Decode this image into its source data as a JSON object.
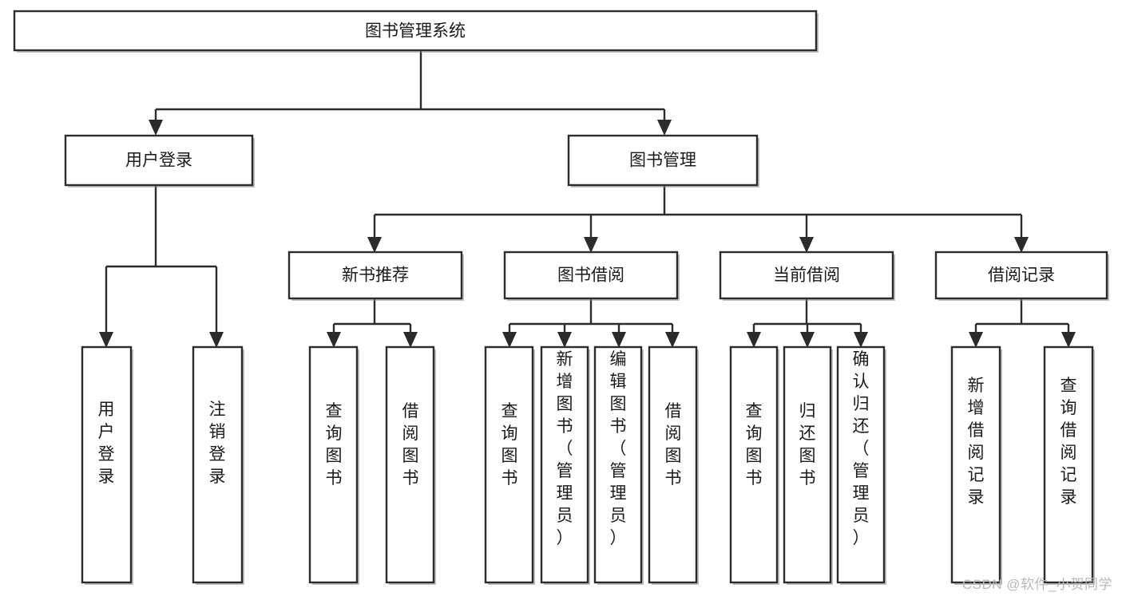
{
  "diagram": {
    "type": "hierarchy-tree",
    "title": "图书管理系统",
    "watermark": "CSDN @软件_小贺同学",
    "colors": {
      "box_stroke": "#2b2b2b",
      "box_fill": "#ffffff",
      "edge": "#2b2b2b",
      "text": "#1a1a1a",
      "watermark": "#b9b9b9",
      "shadow": "#8e8e8e"
    },
    "levels": {
      "root": "图书管理系统",
      "level2": [
        "用户登录",
        "图书管理"
      ],
      "level3": [
        "新书推荐",
        "图书借阅",
        "当前借阅",
        "借阅记录"
      ]
    },
    "nodes": {
      "root": {
        "label": "图书管理系统",
        "orientation": "horizontal"
      },
      "user_login": {
        "label": "用户登录",
        "orientation": "horizontal"
      },
      "book_manage": {
        "label": "图书管理",
        "orientation": "horizontal"
      },
      "new_book_rec": {
        "label": "新书推荐",
        "orientation": "horizontal"
      },
      "book_borrow": {
        "label": "图书借阅",
        "orientation": "horizontal"
      },
      "current_borrow": {
        "label": "当前借阅",
        "orientation": "horizontal"
      },
      "borrow_record": {
        "label": "借阅记录",
        "orientation": "horizontal"
      },
      "leaf_user_login": {
        "label": "用户登录",
        "orientation": "vertical"
      },
      "leaf_logout": {
        "label": "注销登录",
        "orientation": "vertical"
      },
      "leaf_query_book_1": {
        "label": "查询图书",
        "orientation": "vertical"
      },
      "leaf_borrow_book_1": {
        "label": "借阅图书",
        "orientation": "vertical"
      },
      "leaf_query_book_2": {
        "label": "查询图书",
        "orientation": "vertical"
      },
      "leaf_add_book": {
        "label": "新增图书（管理员）",
        "orientation": "vertical"
      },
      "leaf_edit_book": {
        "label": "编辑图书（管理员）",
        "orientation": "vertical"
      },
      "leaf_borrow_book_2": {
        "label": "借阅图书",
        "orientation": "vertical"
      },
      "leaf_query_book_3": {
        "label": "查询图书",
        "orientation": "vertical"
      },
      "leaf_return_book": {
        "label": "归还图书",
        "orientation": "vertical"
      },
      "leaf_confirm_return": {
        "label": "确认归还（管理员）",
        "orientation": "vertical"
      },
      "leaf_add_record": {
        "label": "新增借阅记录",
        "orientation": "vertical"
      },
      "leaf_query_record": {
        "label": "查询借阅记录",
        "orientation": "vertical"
      }
    },
    "edges": [
      {
        "from": "图书管理系统",
        "to": "用户登录"
      },
      {
        "from": "图书管理系统",
        "to": "图书管理"
      },
      {
        "from": "用户登录",
        "to": "用户登录"
      },
      {
        "from": "用户登录",
        "to": "注销登录"
      },
      {
        "from": "图书管理",
        "to": "新书推荐"
      },
      {
        "from": "图书管理",
        "to": "图书借阅"
      },
      {
        "from": "图书管理",
        "to": "当前借阅"
      },
      {
        "from": "图书管理",
        "to": "借阅记录"
      },
      {
        "from": "新书推荐",
        "to": "查询图书"
      },
      {
        "from": "新书推荐",
        "to": "借阅图书"
      },
      {
        "from": "图书借阅",
        "to": "查询图书"
      },
      {
        "from": "图书借阅",
        "to": "新增图书（管理员）"
      },
      {
        "from": "图书借阅",
        "to": "编辑图书（管理员）"
      },
      {
        "from": "图书借阅",
        "to": "借阅图书"
      },
      {
        "from": "当前借阅",
        "to": "查询图书"
      },
      {
        "from": "当前借阅",
        "to": "归还图书"
      },
      {
        "from": "当前借阅",
        "to": "确认归还（管理员）"
      },
      {
        "from": "借阅记录",
        "to": "新增借阅记录"
      },
      {
        "from": "借阅记录",
        "to": "查询借阅记录"
      }
    ]
  }
}
